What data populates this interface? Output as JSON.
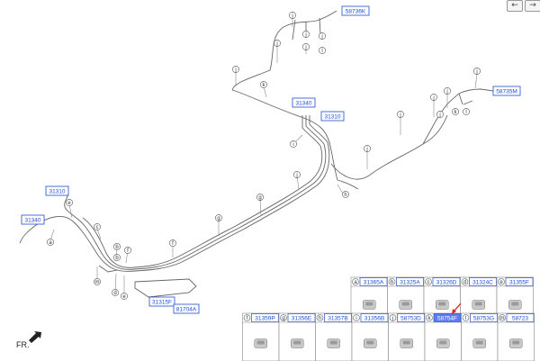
{
  "nav": {
    "prev_icon": "←",
    "next_icon": "→"
  },
  "orientation_label": "FR.",
  "part_callouts": [
    "58736K",
    "58735M",
    "31340",
    "31310",
    "31310",
    "31340",
    "31315F",
    "81704A"
  ],
  "circle_letters": {
    "top_cluster": [
      "j",
      "j",
      "j",
      "j",
      "j",
      "l"
    ],
    "left_upper": [
      "j",
      "k"
    ],
    "right_cluster": [
      "j",
      "j",
      "j",
      "j",
      "j",
      "k",
      "l",
      "j"
    ],
    "middle": [
      "i",
      "j",
      "h",
      "g",
      "g",
      "f",
      "e",
      "c",
      "b",
      "a",
      "b",
      "f",
      "m",
      "d",
      "e"
    ]
  },
  "legend": {
    "row1": [
      {
        "letter": "a",
        "code": "31365A"
      },
      {
        "letter": "b",
        "code": "31325A"
      },
      {
        "letter": "c",
        "code": "31326D"
      },
      {
        "letter": "d",
        "code": "31324C"
      },
      {
        "letter": "e",
        "code": "31355F"
      }
    ],
    "row2": [
      {
        "letter": "f",
        "code": "31359P"
      },
      {
        "letter": "g",
        "code": "31356E"
      },
      {
        "letter": "h",
        "code": "31357B"
      },
      {
        "letter": "i",
        "code": "31356B"
      },
      {
        "letter": "j",
        "code": "58753D"
      },
      {
        "letter": "k",
        "code": "58754F"
      },
      {
        "letter": "l",
        "code": "58753G"
      },
      {
        "letter": "m",
        "code": "58723"
      }
    ]
  },
  "colors": {
    "line": "#666666",
    "label_blue": "#1d4fd6",
    "highlight": "#5b7cf5",
    "arrow": "#e02020"
  }
}
